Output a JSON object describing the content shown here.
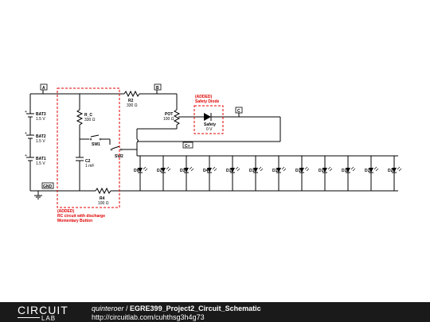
{
  "schematic": {
    "labels": {
      "bat3": "BAT3",
      "bat3_val": "1.5 V",
      "bat2": "BAT2",
      "bat2_val": "1.5 V",
      "bat1": "BAT1",
      "bat1_val": "1.5 V",
      "plus": "+",
      "gnd": "GND",
      "node_a": "A",
      "node_b": "B",
      "node_c": "C",
      "node_cplus": "C+",
      "rc": "R_C",
      "rc_val": "330 Ω",
      "r2": "R2",
      "r2_val": "330 Ω",
      "r4": "R4",
      "r4_val": "100 Ω",
      "c2": "C2",
      "c2_val": "1 mF",
      "sw1": "SW1",
      "sw2": "SW2",
      "pot": "POT",
      "pot_val": "100 Ω",
      "safety": "Safety",
      "safety_val": "0 V",
      "added_diode_1": "(ADDED)",
      "added_diode_2": "Safety Diode",
      "added_rc_1": "(ADDED)",
      "added_rc_2": "RC circuit with discharge",
      "added_rc_3": "Momentary Button"
    },
    "leds": [
      "D9",
      "D2",
      "D3",
      "D4",
      "D13",
      "D14",
      "D15",
      "D16",
      "D17",
      "D18",
      "D19",
      "D20"
    ]
  },
  "footer": {
    "logo_top": "CIRCUIT",
    "logo_bottom": "LAB",
    "author": "quinteroer",
    "separator": " / ",
    "title": "EGRE399_Project2_Circuit_Schematic",
    "url": "http://circuitlab.com/cuhthsg3h4g73"
  }
}
